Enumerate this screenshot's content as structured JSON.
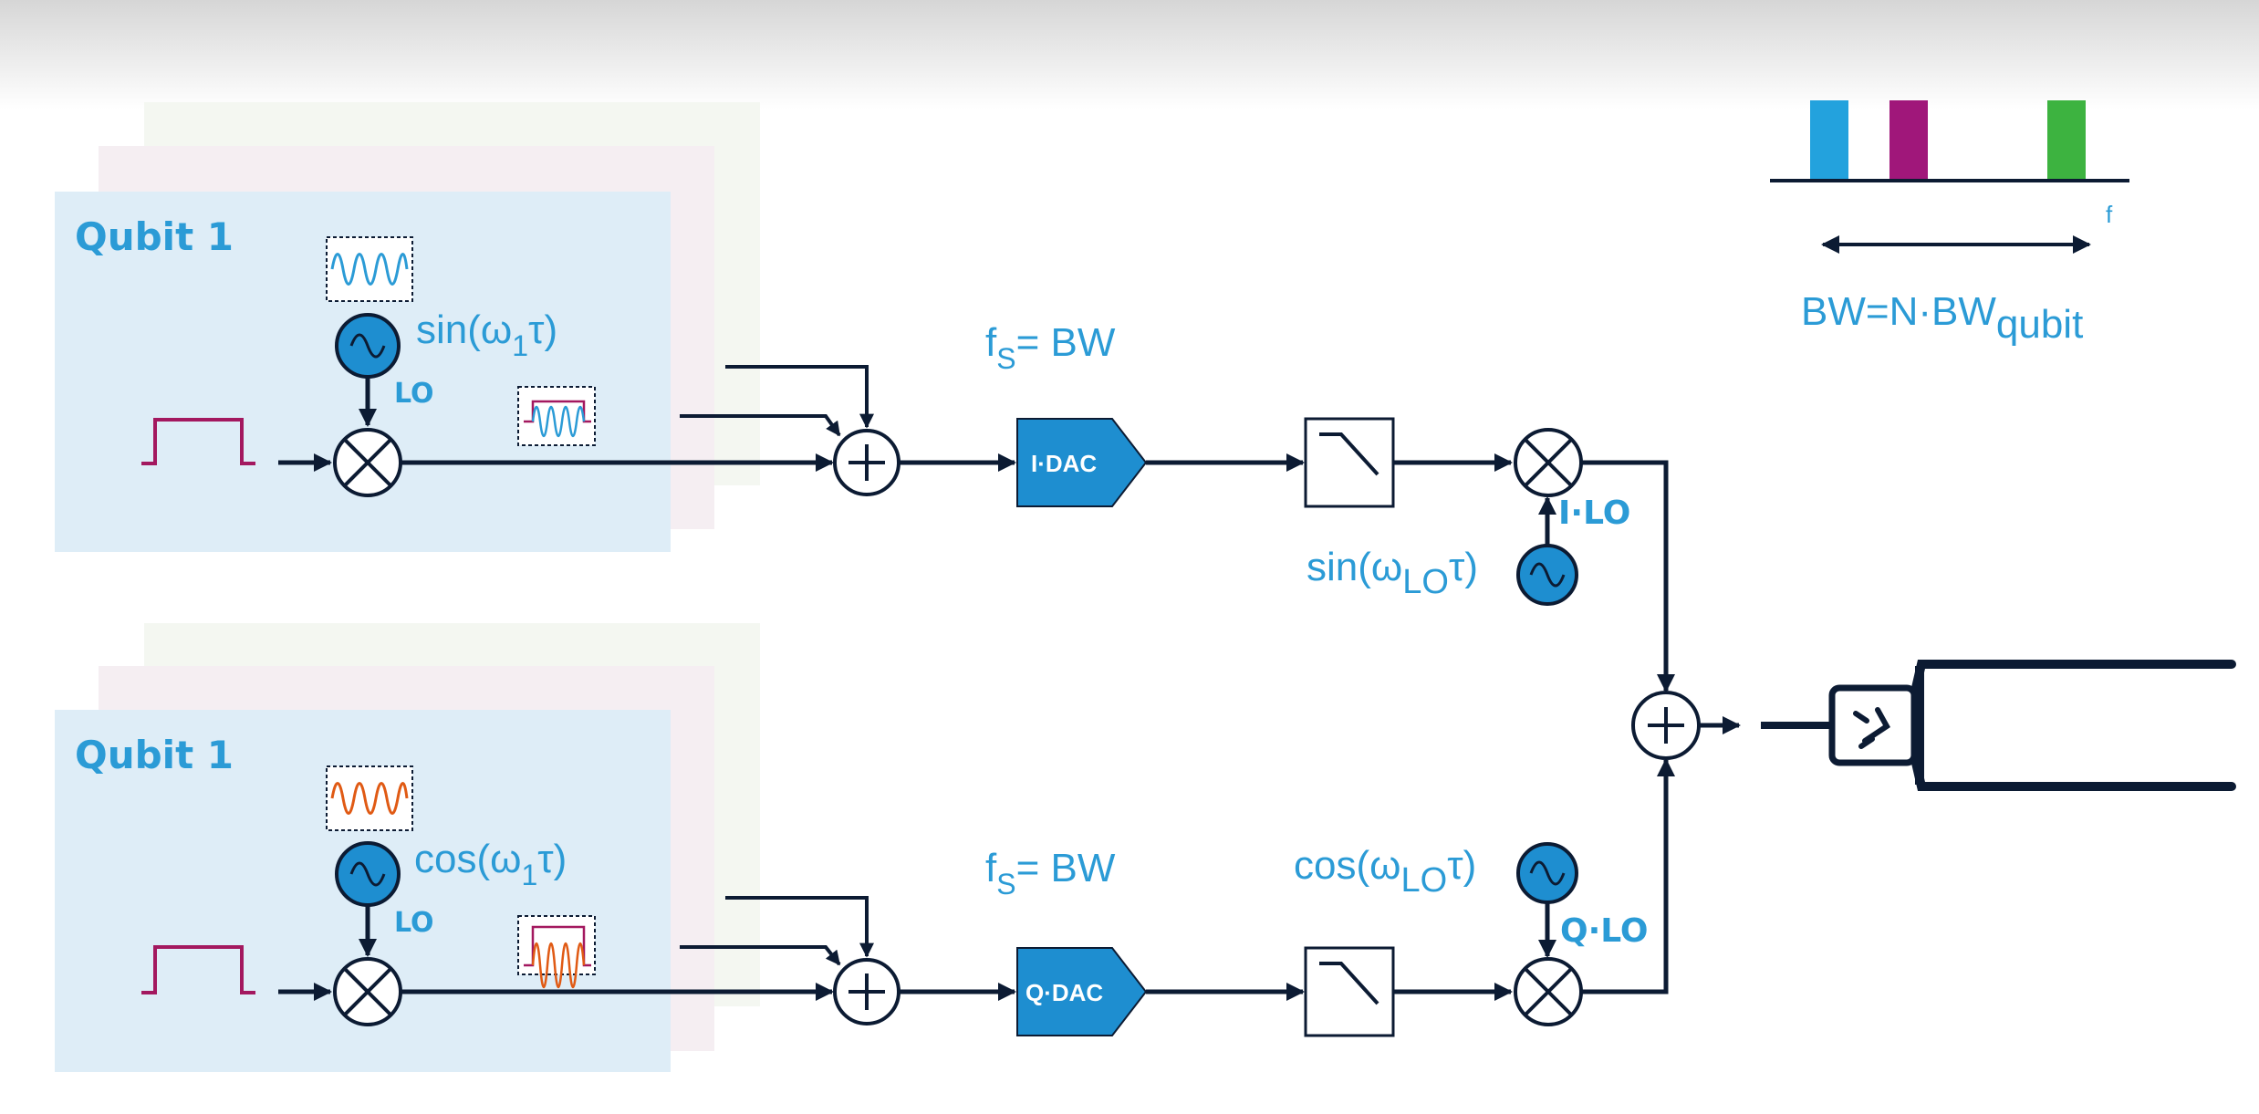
{
  "colors": {
    "accent": "#2b9bd6",
    "line": "#0c1b33",
    "panel_blue": "#deedf7",
    "panel_pink": "#f5eef2",
    "panel_green": "#f4f7f1",
    "pulse": "#a3185f",
    "wave_cos": "#e05a14",
    "bar_blue": "#23a2dd",
    "bar_magenta": "#a0177a",
    "bar_green": "#3db340"
  },
  "top_chain": {
    "qubit_label": "Qubit 1",
    "nco_expr": "sin(ω",
    "nco_sub": "1",
    "nco_tail": "τ)",
    "lo_label": "LO",
    "fs_main": "f",
    "fs_sub": "S",
    "fs_tail": "= BW",
    "dac_label": "I·DAC",
    "lo_expr": "sin(ω",
    "lo_sub": "LO",
    "lo_tail": "τ)",
    "mixer_lo_label": "I·LO"
  },
  "bottom_chain": {
    "qubit_label": "Qubit 1",
    "nco_expr": "cos(ω",
    "nco_sub": "1",
    "nco_tail": "τ)",
    "lo_label": "LO",
    "fs_main": "f",
    "fs_sub": "S",
    "fs_tail": "= BW",
    "dac_label": "Q·DAC",
    "lo_expr": "cos(ω",
    "lo_sub": "LO",
    "lo_tail": "τ)",
    "mixer_lo_label": "Q·LO"
  },
  "spectrum": {
    "axis_label": "f",
    "bw_main": "BW=N·BW",
    "bw_sub": "qubit"
  }
}
